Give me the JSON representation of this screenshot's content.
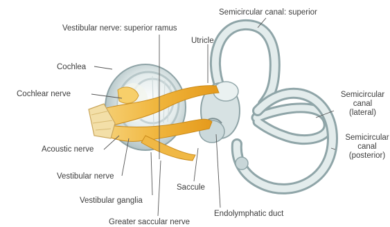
{
  "labels": {
    "semicircular_superior": "Semicircular canal: superior",
    "vestibular_superior_ramus": "Vestibular nerve: superior ramus",
    "utricle": "Utricle",
    "cochlea": "Cochlea",
    "cochlear_nerve": "Cochlear nerve",
    "semicircular_lateral": [
      "Semicircular",
      "canal",
      "(lateral)"
    ],
    "semicircular_posterior": [
      "Semicircular",
      "canal",
      "(posterior)"
    ],
    "acoustic_nerve": "Acoustic nerve",
    "vestibular_nerve": "Vestibular nerve",
    "saccule": "Saccule",
    "vestibular_ganglia": "Vestibular ganglia",
    "endolymphatic_duct": "Endolymphatic duct",
    "greater_saccular_nerve": "Greater saccular nerve"
  }
}
